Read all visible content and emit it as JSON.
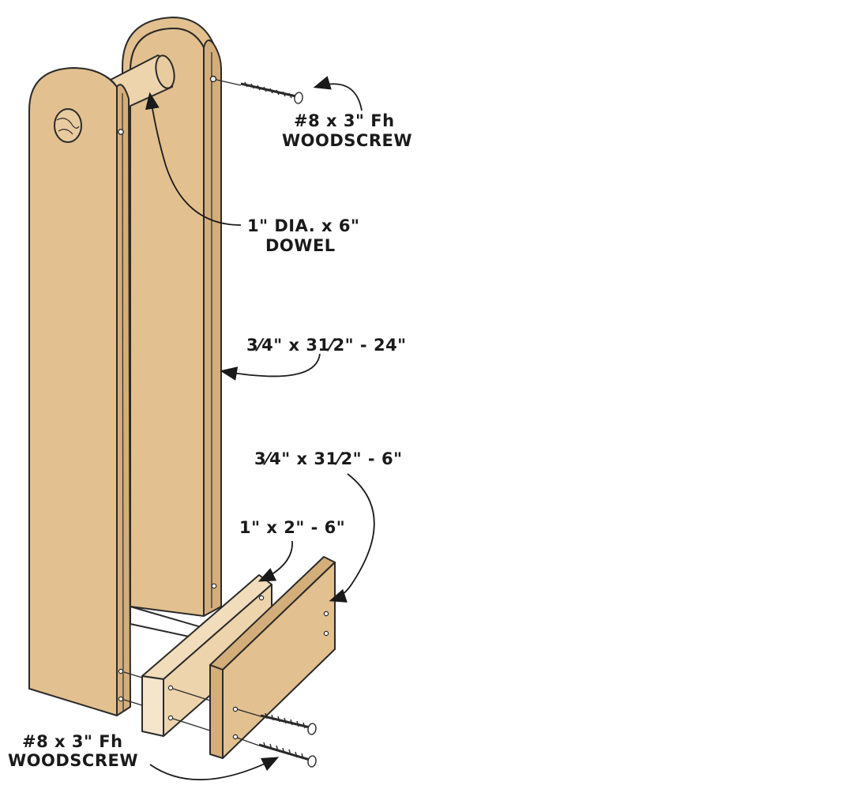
{
  "diagram": {
    "labels": {
      "screw_top_line1": "#8 x 3\" Fh",
      "screw_top_line2": "WOODSCREW",
      "dowel_line1": "1\" DIA. x 6\"",
      "dowel_line2": "DOWEL",
      "upright": "3⁄4\" x 31⁄2\" - 24\"",
      "front_board": "3⁄4\" x 31⁄2\" - 6\"",
      "cleat": "1\" x 2\" - 6\"",
      "screw_bottom_line1": "#8 x 3\" Fh",
      "screw_bottom_line2": "WOODSCREW"
    },
    "colors": {
      "wood_face": "#E2C08F",
      "wood_edge": "#D4AE7A",
      "wood_light": "#EDD4AC",
      "outline": "#2a2a2a"
    }
  }
}
